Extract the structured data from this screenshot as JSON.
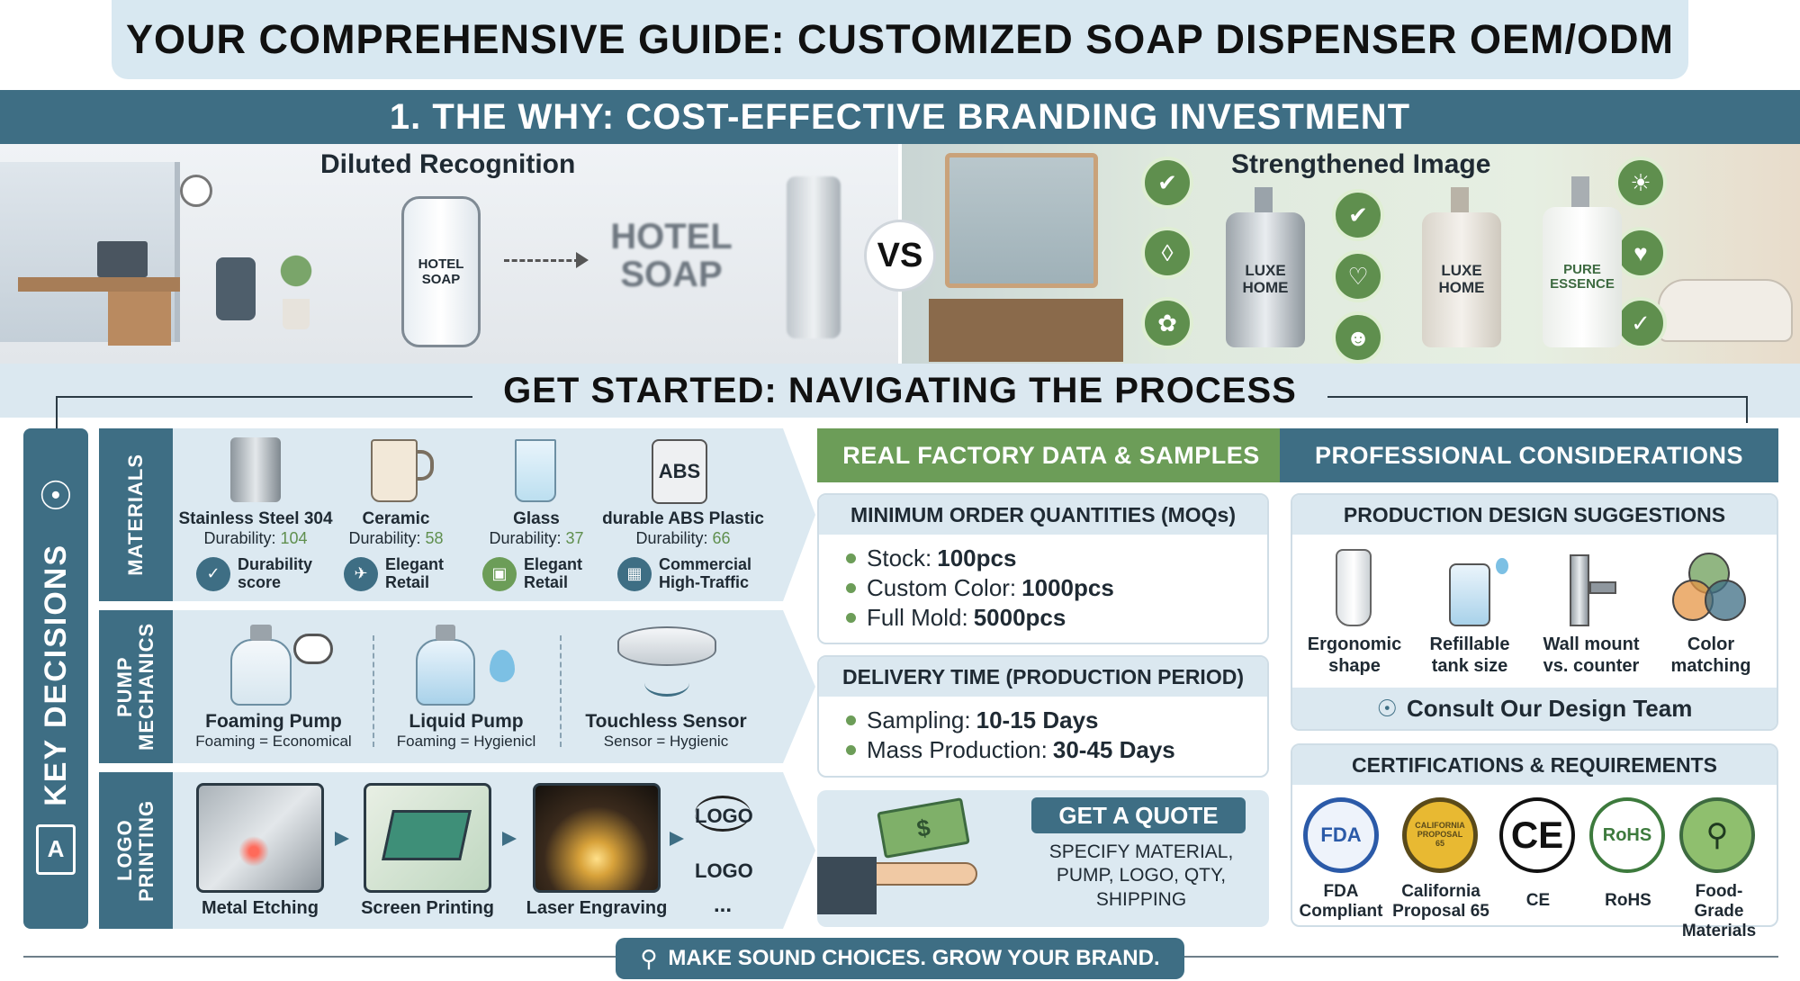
{
  "title": "YOUR COMPREHENSIVE GUIDE: CUSTOMIZED SOAP DISPENSER OEM/ODM",
  "why": {
    "heading": "1. THE WHY: COST-EFFECTIVE BRANDING INVESTMENT",
    "left_label": "Diluted Recognition",
    "left_bottle_text": "HOTEL SOAP",
    "left_blurred_text": "HOTEL SOAP",
    "vs": "VS",
    "right_label": "Strengthened Image",
    "right_bottles": [
      "LUXE HOME",
      "LUXE HOME",
      "PURE ESSENCE"
    ]
  },
  "get_started": "GET STARTED: NAVIGATING THE PROCESS",
  "key_decisions": "KEY DECISIONS",
  "materials": {
    "tab": "MATERIALS",
    "items": [
      {
        "name": "Stainless Steel 304",
        "durability_label": "Durability:",
        "durability": 104,
        "badge": "Durability score",
        "icon": "shield-icon"
      },
      {
        "name": "Ceramic",
        "durability_label": "Durability:",
        "durability": 58,
        "badge": "Elegant Retail",
        "icon": "plane-icon"
      },
      {
        "name": "Glass",
        "durability_label": "Durability:",
        "durability": 37,
        "badge": "Elegant Retail",
        "icon": "shopping-bag-icon"
      },
      {
        "name": "durable ABS Plastic",
        "durability_label": "Durability:",
        "durability": 66,
        "badge": "Commercial High-Traffic",
        "icon": "building-icon"
      }
    ],
    "abs_label": "ABS"
  },
  "pump": {
    "tab": "PUMP MECHANICS",
    "items": [
      {
        "name": "Foaming Pump",
        "sub": "Foaming = Economical"
      },
      {
        "name": "Liquid Pump",
        "sub": "Foaming = Hygienicl"
      },
      {
        "name": "Touchless Sensor",
        "sub": "Sensor = Hygienic"
      }
    ]
  },
  "logo": {
    "tab": "LOGO PRINTING",
    "items": [
      "Metal Etching",
      "Screen Printing",
      "Laser Engraving"
    ],
    "logo_marks": [
      "LOGO",
      "LOGO"
    ],
    "more": "..."
  },
  "factory": {
    "header": "REAL FACTORY DATA & SAMPLES",
    "moq": {
      "title": "MINIMUM ORDER QUANTITIES (MOQs)",
      "rows": [
        {
          "label": "Stock:",
          "value": "100pcs"
        },
        {
          "label": "Custom Color:",
          "value": "1000pcs"
        },
        {
          "label": "Full Mold:",
          "value": "5000pcs"
        }
      ]
    },
    "delivery": {
      "title": "DELIVERY TIME (PRODUCTION PERIOD)",
      "rows": [
        {
          "label": "Sampling:",
          "value": "10-15 Days"
        },
        {
          "label": "Mass Production:",
          "value": "30-45 Days"
        }
      ]
    },
    "quote": {
      "button": "GET A QUOTE",
      "text": "SPECIFY MATERIAL, PUMP, LOGO, QTY, SHIPPING"
    }
  },
  "professional": {
    "header": "PROFESSIONAL CONSIDERATIONS",
    "design": {
      "title": "PRODUCTION DESIGN SUGGESTIONS",
      "items": [
        "Ergonomic shape",
        "Refillable tank size",
        "Wall mount vs. counter",
        "Color matching"
      ],
      "consult": "Consult Our Design Team"
    },
    "certs": {
      "title": "CERTIFICATIONS & REQUIREMENTS",
      "items": [
        {
          "label": "FDA Compliant",
          "mark": "FDA"
        },
        {
          "label": "California Proposal 65",
          "mark": "CALIFORNIA PROPOSAL 65"
        },
        {
          "label": "CE",
          "mark": "CE"
        },
        {
          "label": "RoHS",
          "mark": "RoHS"
        },
        {
          "label": "Food-Grade Materials",
          "mark": ""
        }
      ]
    }
  },
  "footer": "MAKE SOUND CHOICES. GROW YOUR BRAND.",
  "colors": {
    "primary": "#3e6e84",
    "accent_green": "#6c9d58",
    "light_blue": "#dbe8f0"
  }
}
